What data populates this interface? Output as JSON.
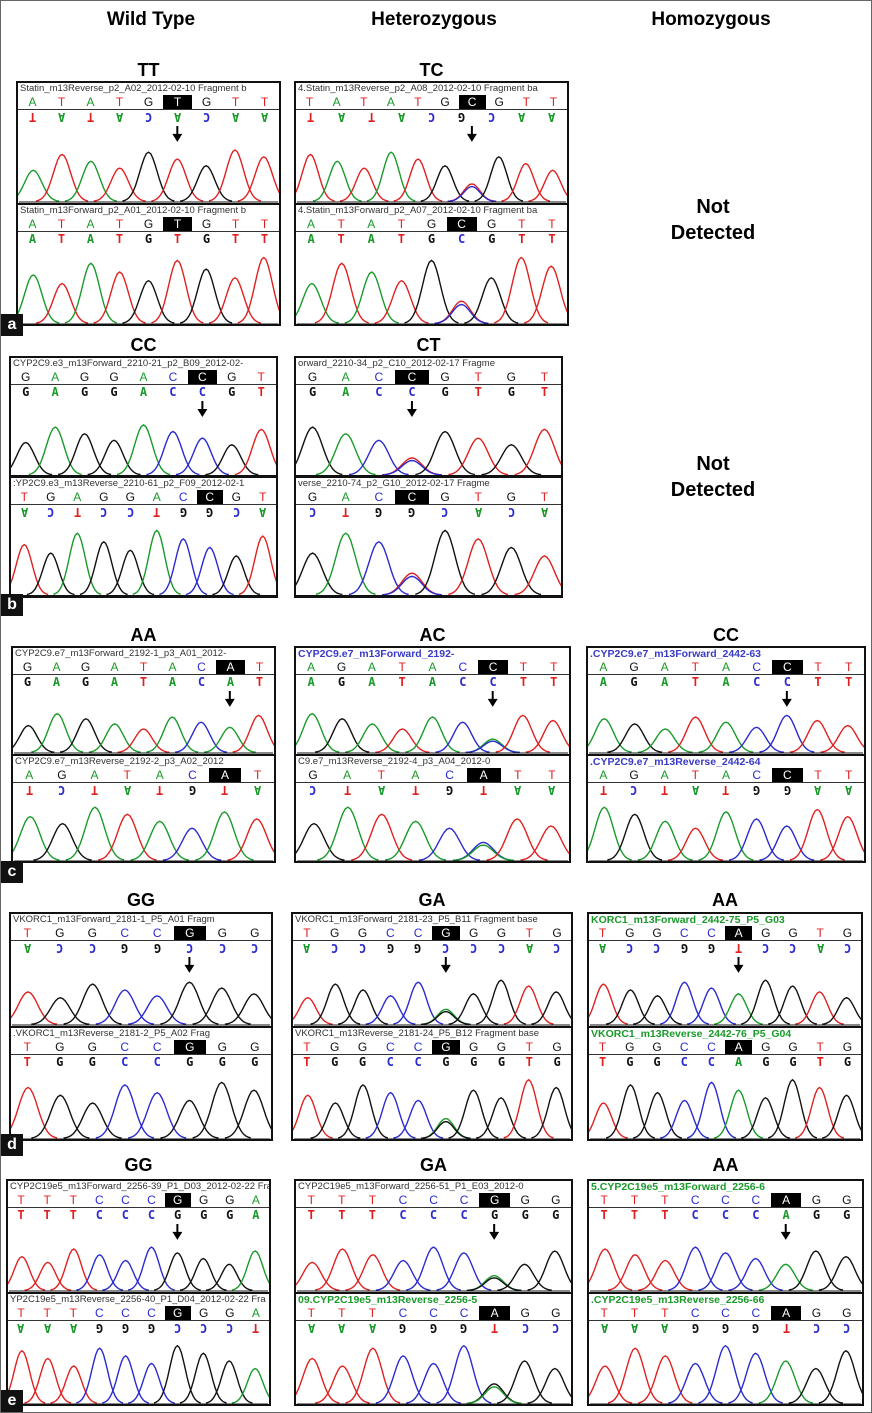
{
  "column_headers": [
    "Wild Type",
    "Heterozygous",
    "Homozygous"
  ],
  "not_detected": "Not Detected",
  "base_colors": {
    "A": "#1a9a2a",
    "C": "#2a2ad0",
    "G": "#111111",
    "T": "#e02020"
  },
  "rows": [
    {
      "tag": "a",
      "not_detected_in_homozygous": true,
      "cells": [
        {
          "genotype": "TT",
          "tracks": [
            {
              "title": "Statin_m13Reverse_p2_A02_2012-02-10 Fragment b",
              "ref": "ATATGTGTT",
              "hl": 5,
              "called": "TATACACAA",
              "flipped": true,
              "arrow": true
            },
            {
              "title": "Statin_m13Forward_p2_A01_2012-02-10 Fragment b",
              "ref": "ATATGTGTT",
              "hl": 5,
              "called": "ATATGTGTT",
              "flipped": false
            }
          ]
        },
        {
          "genotype": "TC",
          "tracks": [
            {
              "title": "4.Statin_m13Reverse_p2_A08_2012-02-10 Fragment ba",
              "ref": "TATATGCGTT",
              "hl": 6,
              "called": "TATACGCAA",
              "flipped": true,
              "arrow": true,
              "second": "T"
            },
            {
              "title": "4.Statin_m13Forward_p2_A07_2012-02-10 Fragment ba",
              "ref": "ATATGCGTT",
              "hl": 5,
              "called": "ATATGCGTT",
              "flipped": false,
              "second": "T"
            }
          ]
        }
      ]
    },
    {
      "tag": "b",
      "not_detected_in_homozygous": true,
      "cells": [
        {
          "genotype": "CC",
          "tracks": [
            {
              "title": "CYP2C9.e3_m13Forward_2210-21_p2_B09_2012-02-",
              "ref": "GAGGACCGT",
              "hl": 6,
              "called": "GAGGACCGT",
              "flipped": false,
              "arrow": true
            },
            {
              "title": ":YP2C9.e3_m13Reverse_2210-61_p2_F09_2012-02-1",
              "ref": "TGAGGACCGT",
              "hl": 7,
              "called": "ACTCCTGGCA",
              "flipped": true
            }
          ]
        },
        {
          "genotype": "CT",
          "tracks": [
            {
              "title": "orward_2210-34_p2_C10_2012-02-17 Fragme",
              "ref": "GACCGTGT",
              "hl": 3,
              "called": "GACCGTGT",
              "flipped": false,
              "arrow": true,
              "second": "T"
            },
            {
              "title": "verse_2210-74_p2_G10_2012-02-17 Fragme",
              "ref": "GACCGTGT",
              "hl": 3,
              "called": "CTGGCACA",
              "flipped": true,
              "second": "T"
            }
          ]
        }
      ]
    },
    {
      "tag": "c",
      "not_detected_in_homozygous": false,
      "cells": [
        {
          "genotype": "AA",
          "tracks": [
            {
              "title": "CYP2C9.e7_m13Forward_2192-1_p3_A01_2012-",
              "ref": "GAGATACAT",
              "hl": 7,
              "called": "GAGATACAT",
              "flipped": false,
              "arrow": true
            },
            {
              "title": "CYP2C9.e7_m13Reverse_2192-2_p3_A02_2012",
              "ref": "AGATACAT",
              "hl": 6,
              "called": "TCTATGTA",
              "flipped": true
            }
          ]
        },
        {
          "genotype": "AC",
          "tracks": [
            {
              "title": "CYP2C9.e7_m13Forward_2192-",
              "title_color": "#3a3ac8",
              "ref": "AGATACCTT",
              "hl": 6,
              "called": "AGATACCTT",
              "flipped": false,
              "arrow": true,
              "second": "A"
            },
            {
              "title": "C9.e7_m13Reverse_2192-4_p3_A04_2012-0",
              "ref": "GATACATT",
              "hl": 5,
              "called": "CTATGTAA",
              "flipped": true,
              "second": "C"
            }
          ]
        },
        {
          "genotype": "CC",
          "tracks": [
            {
              "title": ".CYP2C9.e7_m13Forward_2442-63",
              "title_color": "#3a3ac8",
              "ref": "AGATACCTT",
              "hl": 6,
              "called": "AGATACCTT",
              "flipped": false,
              "arrow": true
            },
            {
              "title": ".CYP2C9.e7_m13Reverse_2442-64",
              "title_color": "#3a3ac8",
              "ref": "AGATACCTT",
              "hl": 6,
              "called": "TCTATGGAA",
              "flipped": true
            }
          ]
        }
      ]
    },
    {
      "tag": "d",
      "not_detected_in_homozygous": false,
      "cells": [
        {
          "genotype": "GG",
          "tracks": [
            {
              "title": "VKORC1_m13Forward_2181-1_P5_A01 Fragm",
              "ref": "TGGCCGGG",
              "hl": 5,
              "called": "ACCGGCCC",
              "flipped": true,
              "arrow": true
            },
            {
              "title": ".VKORC1_m13Reverse_2181-2_P5_A02 Frag",
              "ref": "TGGCCGGG",
              "hl": 5,
              "called": "TGGCCGGG",
              "flipped": false
            }
          ]
        },
        {
          "genotype": "GA",
          "tracks": [
            {
              "title": "VKORC1_m13Forward_2181-23_P5_B11 Fragment base",
              "ref": "TGGCCGGGTG",
              "hl": 5,
              "called": "ACCGGCCCAC",
              "flipped": true,
              "arrow": true,
              "second": "A"
            },
            {
              "title": "VKORC1_m13Reverse_2181-24_P5_B12 Fragment base",
              "ref": "TGGCCGGGTG",
              "hl": 5,
              "called": "TGGCCGGGTG",
              "flipped": false,
              "second": "A"
            }
          ]
        },
        {
          "genotype": "AA",
          "tracks": [
            {
              "title": "KORC1_m13Forward_2442-75_P5_G03",
              "title_color": "#1a9a2a",
              "ref": "TGGCCAGGTG",
              "hl": 5,
              "called": "ACCGGTCCAC",
              "flipped": true,
              "arrow": true
            },
            {
              "title": "VKORC1_m13Reverse_2442-76_P5_G04",
              "title_color": "#1a9a2a",
              "ref": "TGGCCAGGTG",
              "hl": 5,
              "called": "TGGCCAGGTG",
              "flipped": false
            }
          ]
        }
      ]
    },
    {
      "tag": "e",
      "not_detected_in_homozygous": false,
      "cells": [
        {
          "genotype": "GG",
          "tracks": [
            {
              "title": "CYP2C19e5_m13Forward_2256-39_P1_D03_2012-02-22 Fra",
              "ref": "TTTCCCGGGA",
              "hl": 6,
              "called": "TTTCCCGGGA",
              "flipped": false,
              "arrow": true
            },
            {
              "title": "YP2C19e5_m13Reverse_2256-40_P1_D04_2012-02-22 Fra",
              "ref": "TTTCCCGGGA",
              "hl": 6,
              "called": "AAAGGGCCCT",
              "flipped": true
            }
          ]
        },
        {
          "genotype": "GA",
          "tracks": [
            {
              "title": "CYP2C19e5_m13Forward_2256-51_P1_E03_2012-0",
              "ref": "TTTCCCGGG",
              "hl": 6,
              "called": "TTTCCCGGG",
              "flipped": false,
              "arrow": true,
              "second": "A"
            },
            {
              "title": "09.CYP2C19e5_m13Reverse_2256-5",
              "title_color": "#1a9a2a",
              "ref": "TTTCCCAGG",
              "hl": 6,
              "called": "AAAGGGTCC",
              "flipped": true,
              "second": "G"
            }
          ]
        },
        {
          "genotype": "AA",
          "tracks": [
            {
              "title": "5.CYP2C19e5_m13Forward_2256-6",
              "title_color": "#1a9a2a",
              "ref": "TTTCCCAGG",
              "hl": 6,
              "called": "TTTCCCAGG",
              "flipped": false,
              "arrow": true
            },
            {
              "title": ".CYP2C19e5_m13Reverse_2256-66",
              "title_color": "#1a9a2a",
              "ref": "TTTCCCAGG",
              "hl": 6,
              "called": "AAAGGGTCC",
              "flipped": true
            }
          ]
        }
      ]
    }
  ]
}
